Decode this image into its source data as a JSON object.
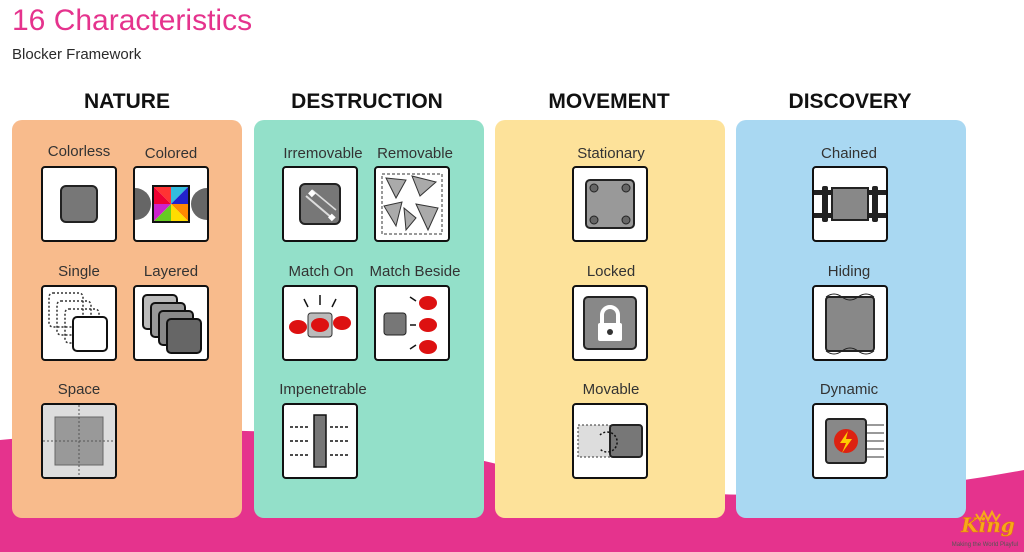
{
  "header": {
    "title": "16 Characteristics",
    "subtitle": "Blocker Framework"
  },
  "columns": [
    {
      "heading": "NATURE",
      "color": "#f8bb8c",
      "items": [
        "Colorless",
        "Colored",
        "Single",
        "Layered",
        "Space"
      ]
    },
    {
      "heading": "DESTRUCTION",
      "color": "#93e0c9",
      "items": [
        "Irremovable",
        "Removable",
        "Match On",
        "Match Beside",
        "Impenetrable"
      ]
    },
    {
      "heading": "MOVEMENT",
      "color": "#fde29a",
      "items": [
        "Stationary",
        "Locked",
        "Movable"
      ]
    },
    {
      "heading": "DISCOVERY",
      "color": "#a9d8f2",
      "items": [
        "Chained",
        "Hiding",
        "Dynamic"
      ]
    }
  ],
  "accent_color": "#e5338d",
  "logo": {
    "text": "King",
    "tagline": "Making the World Playful"
  }
}
